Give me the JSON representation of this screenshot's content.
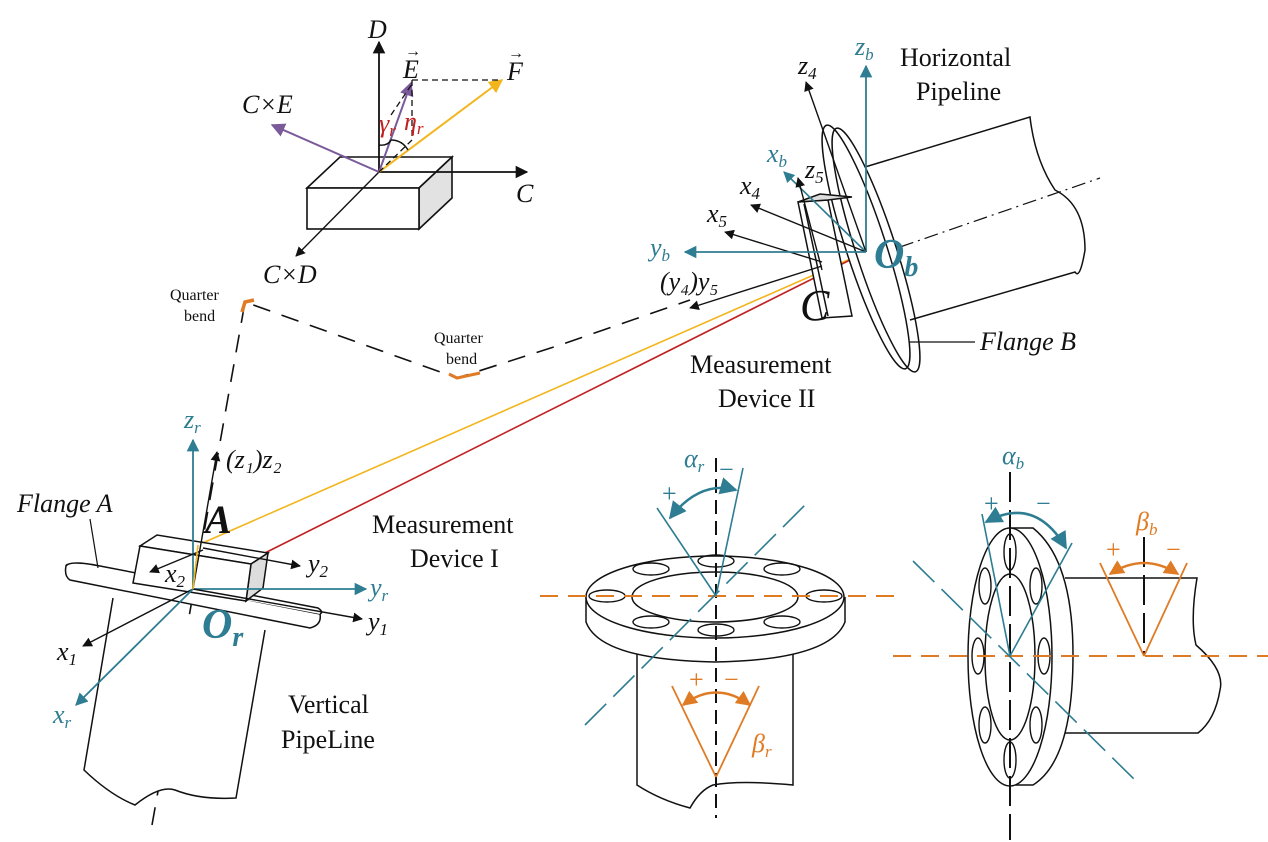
{
  "colors": {
    "teal": "#2e7d92",
    "orange": "#e07b25",
    "yellow": "#f2b51c",
    "red": "#c0201f",
    "purple": "#7a5a9a",
    "black": "#111111"
  },
  "vector_diagram": {
    "axis_D": "D",
    "axis_C": "C",
    "axis_CxE": "C×E",
    "axis_CxD": "C×D",
    "vec_E": "E",
    "vec_F": "F",
    "angle_gamma": "γ",
    "angle_gamma_sub": "r",
    "angle_eta": "η",
    "angle_eta_sub": "r"
  },
  "bends": {
    "bend1": [
      "Quarter",
      "bend"
    ],
    "bend2": [
      "Quarter",
      "bend"
    ]
  },
  "horizontal": {
    "title_line1": "Horizontal",
    "title_line2": "Pipeline",
    "flange_label": "Flange B",
    "device_line1": "Measurement",
    "device_line2": "Device II",
    "origin": "O",
    "origin_sub": "b",
    "point": "C",
    "axes": {
      "z4": [
        "z",
        "4"
      ],
      "zb": [
        "z",
        "b"
      ],
      "xb": [
        "x",
        "b"
      ],
      "z5": [
        "z",
        "5"
      ],
      "x4": [
        "x",
        "4"
      ],
      "x5": [
        "x",
        "5"
      ],
      "yb": [
        "y",
        "b"
      ],
      "y4y5": "(y₄)y₅"
    }
  },
  "vertical": {
    "title_line1": "Vertical",
    "title_line2": "PipeLine",
    "flange_label": "Flange A",
    "device_line1": "Measurement",
    "device_line2": "Device I",
    "origin": "O",
    "origin_sub": "r",
    "point": "A",
    "axes": {
      "zr": [
        "z",
        "r"
      ],
      "z1z2": "(z₁)z₂",
      "x2": [
        "x",
        "2"
      ],
      "y2": [
        "y",
        "2"
      ],
      "yr": [
        "y",
        "r"
      ],
      "y1": [
        "y",
        "1"
      ],
      "x1": [
        "x",
        "1"
      ],
      "xr": [
        "x",
        "r"
      ]
    }
  },
  "detail_r": {
    "alpha": "α",
    "alpha_sub": "r",
    "beta": "β",
    "beta_sub": "r",
    "plus": "+",
    "minus": "−"
  },
  "detail_b": {
    "alpha": "α",
    "alpha_sub": "b",
    "beta": "β",
    "beta_sub": "b",
    "plus": "+",
    "minus": "−"
  }
}
